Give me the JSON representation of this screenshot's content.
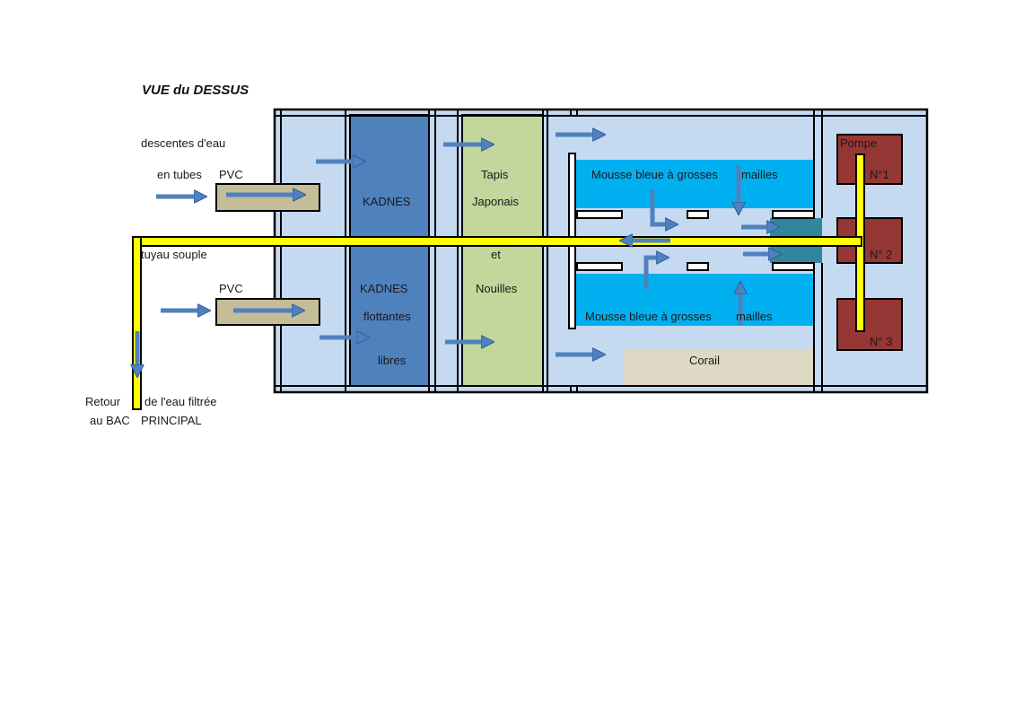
{
  "title": "VUE   du   DESSUS",
  "labels": {
    "descentes": "descentes d'eau",
    "en_tubes": "en tubes",
    "pvc_top": "PVC",
    "pvc_bottom": "PVC",
    "tuyau": "tuyau souple",
    "retour": "Retour",
    "de_leau": "de  l'eau filtrée",
    "au_bac": "au BAC",
    "principal": "PRINCIPAL",
    "kadnes_top": "KADNES",
    "kadnes_bottom": "KADNES",
    "flottantes": "flottantes",
    "libres": "libres",
    "tapis": "Tapis",
    "japonais": "Japonais",
    "et": "et",
    "nouilles": "Nouilles",
    "mousse_top_a": "Mousse bleue à grosses",
    "mousse_top_b": "mailles",
    "mousse_bottom_a": "Mousse bleue à grosses",
    "mousse_bottom_b": "mailles",
    "corail": "Corail",
    "pompe": "Pompe",
    "n1": "N°1",
    "n2": "N° 2",
    "n3": "N° 3"
  },
  "colors": {
    "water": "#c5d9f1",
    "kadnes": "#4f81bd",
    "tapis": "#c3d69b",
    "mousse": "#00b0f0",
    "corail": "#ddd9c4",
    "pump": "#953735",
    "pvc": "#c4bd97",
    "pipe": "#ffff00",
    "arrow": "#4f81bd",
    "teal": "#31859c"
  }
}
